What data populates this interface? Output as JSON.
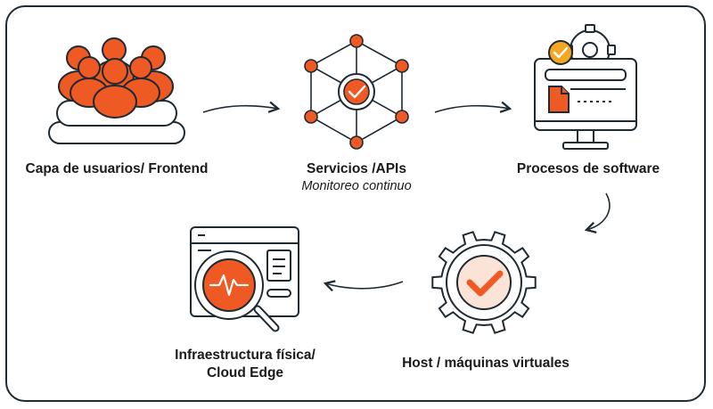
{
  "nodes": {
    "users": {
      "title": "Capa de usuarios/ Frontend"
    },
    "services": {
      "title": "Servicios /APIs",
      "subtitle": "Monitoreo continuo"
    },
    "processes": {
      "title": "Procesos de software"
    },
    "host": {
      "title": "Host / máquinas virtuales"
    },
    "infra": {
      "title_line1": "Infraestructura física/",
      "title_line2": "Cloud Edge"
    }
  },
  "colors": {
    "accent": "#ef5a24",
    "accent_light": "#fbe3d8",
    "stroke": "#1f2a33",
    "check": "#f5a623"
  },
  "icons": [
    "users-group-icon",
    "api-hexagon-network-icon",
    "software-monitor-gear-icon",
    "host-gear-check-icon",
    "infrastructure-magnifier-icon"
  ]
}
